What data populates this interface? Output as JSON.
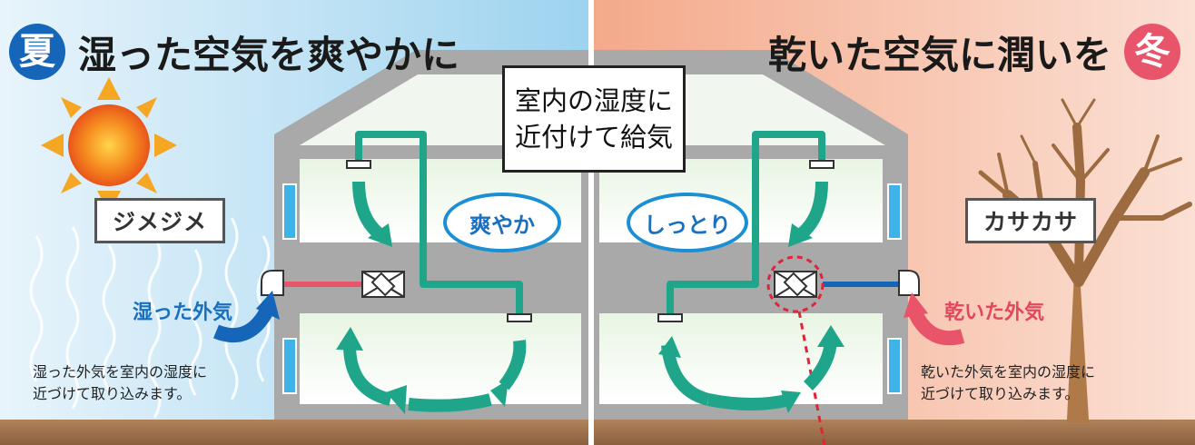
{
  "summer": {
    "badge": "夏",
    "title": "湿った空気を爽やかに",
    "weather_word": "ジメジメ",
    "room_label": "爽やか",
    "outside_air": "湿った外気",
    "note_line1": "湿った外気を室内の湿度に",
    "note_line2": "近づけて取り込みます。"
  },
  "winter": {
    "badge": "冬",
    "title": "乾いた空気に潤いを",
    "weather_word": "カサカサ",
    "room_label": "しっとり",
    "outside_air": "乾いた外気",
    "note_line1": "乾いた外気を室内の湿度に",
    "note_line2": "近づけて取り込みます。"
  },
  "center": {
    "line1": "室内の湿度に",
    "line2": "近付けて給気"
  },
  "colors": {
    "summer_badge": "#1565b8",
    "winter_badge": "#e8556a",
    "duct": "#1fa58a",
    "summer_outside_arrow": "#1565b8",
    "winter_outside_arrow": "#e8556a",
    "summer_text": "#1a6fbf",
    "winter_text": "#e04860",
    "hot_pipe": "#e8556a",
    "cold_pipe": "#1565b8"
  }
}
